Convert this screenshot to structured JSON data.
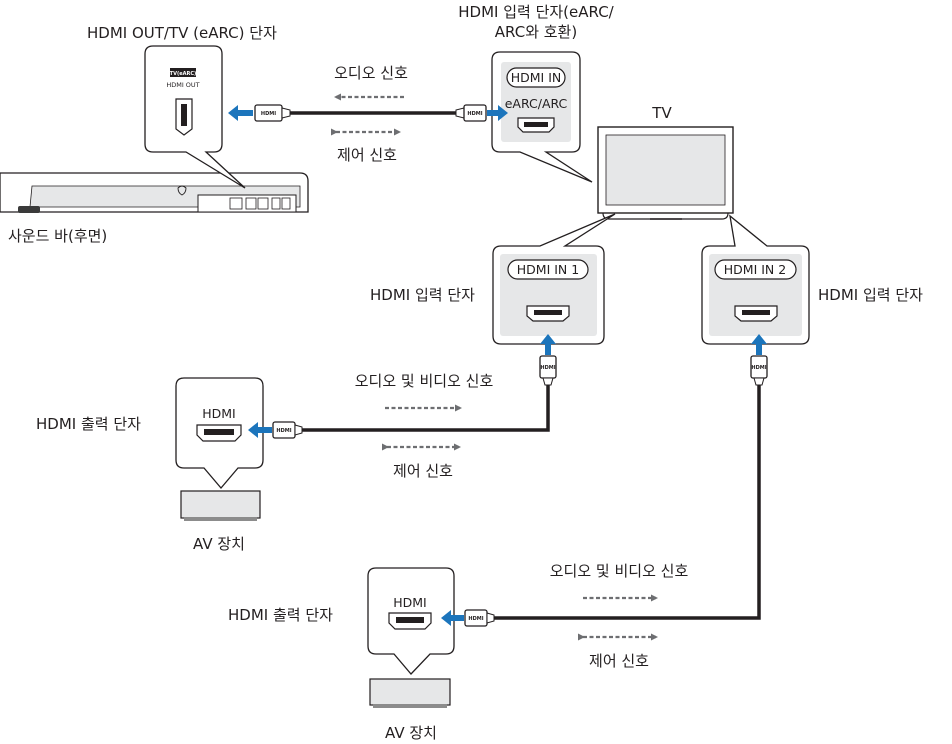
{
  "labels": {
    "soundbar_port": "HDMI OUT/TV (eARC) 단자",
    "tv_port_line1": "HDMI 입력 단자(eARC/",
    "tv_port_line2": "ARC와 호환)",
    "soundbar": "사운드 바(후면)",
    "tv": "TV",
    "audio_signal": "오디오 신호",
    "control_signal_1": "제어 신호",
    "hdmi_input_1": "HDMI 입력 단자",
    "hdmi_input_2": "HDMI 입력 단자",
    "av_signal_1": "오디오 및 비디오 신호",
    "control_signal_2": "제어 신호",
    "hdmi_output_1": "HDMI 출력 단자",
    "av_device_1": "AV 장치",
    "av_signal_2": "오디오 및 비디오 신호",
    "control_signal_3": "제어 신호",
    "hdmi_output_2": "HDMI 출력 단자",
    "av_device_2": "AV 장치"
  },
  "callouts": {
    "soundbar_badge": "TV(eARC)",
    "soundbar_port_text": "HDMI OUT",
    "tv_badge": "HDMI IN",
    "tv_sub": "eARC/ARC",
    "tv_in1": "HDMI IN 1",
    "tv_in2": "HDMI IN 2",
    "av_port_1": "HDMI",
    "av_port_2": "HDMI"
  },
  "connector_text": "HDMI",
  "colors": {
    "arrow_blue": "#1c75bc",
    "panel_gray": "#e6e7e8",
    "dashed_gray": "#6d6e71",
    "line": "#231f20"
  }
}
